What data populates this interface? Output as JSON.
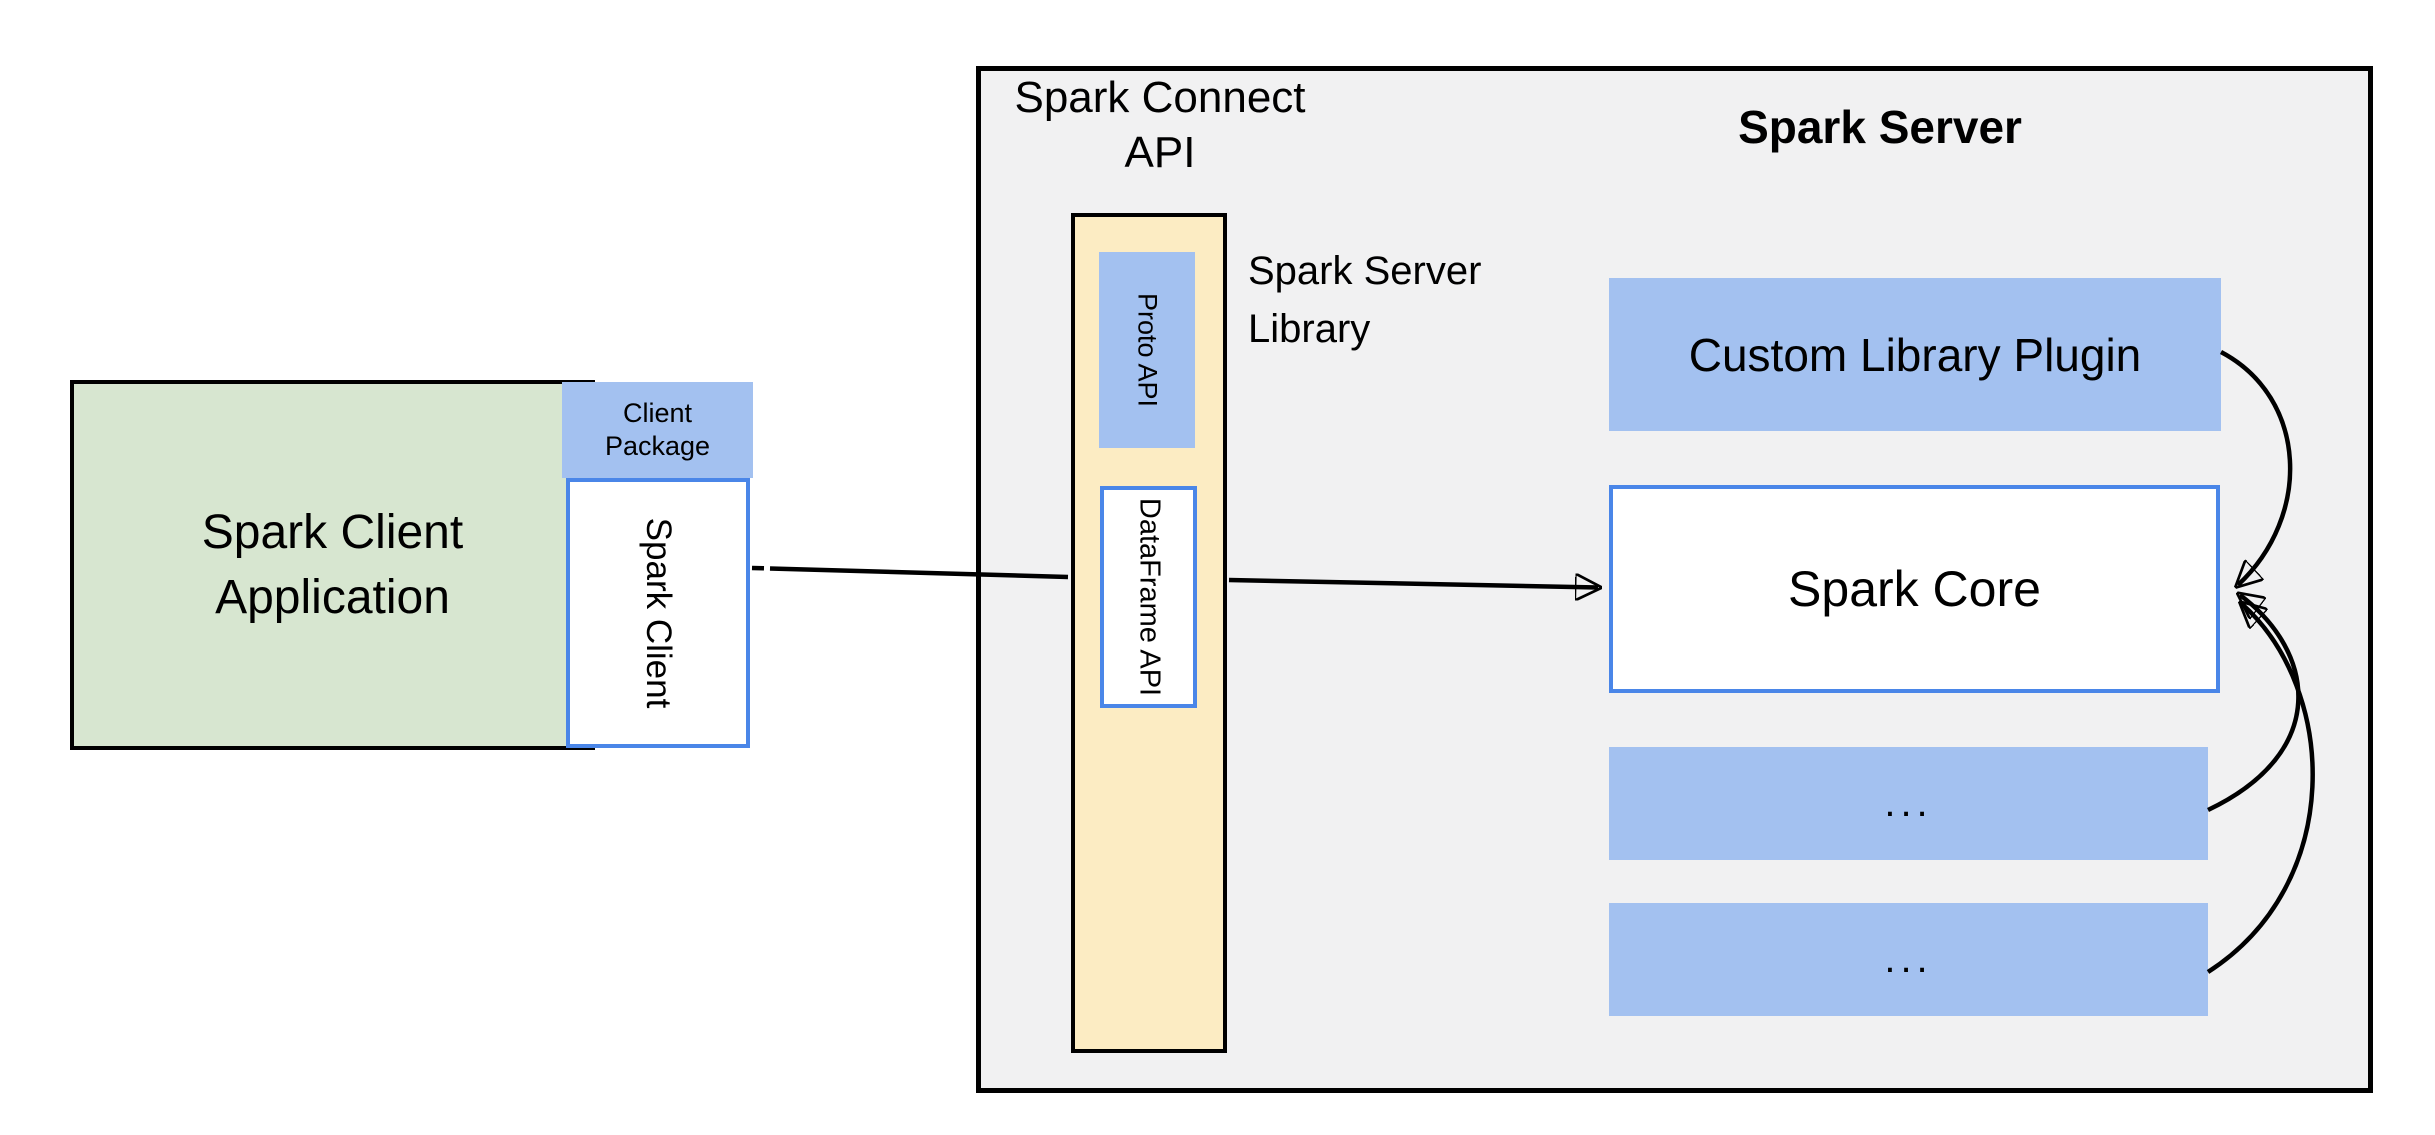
{
  "colors": {
    "green_fill": "#D7E6D0",
    "blue_fill": "#A3C1F0",
    "yellow_fill": "#FCECC3",
    "panel_fill": "#F1F1F2",
    "blue_border": "#4A86E8",
    "line_black": "#000000",
    "text": "#000000"
  },
  "client_app": {
    "line1": "Spark Client",
    "line2": "Application"
  },
  "client_package": {
    "line1": "Client",
    "line2": "Package"
  },
  "spark_client": {
    "label": "Spark Client"
  },
  "spark_connect_api": {
    "line1": "Spark Connect",
    "line2": "API"
  },
  "proto_api": {
    "label": "Proto API"
  },
  "dataframe_api": {
    "label": "DataFrame API"
  },
  "spark_server_library": {
    "line1": "Spark Server",
    "line2": "Library"
  },
  "spark_server": {
    "title": "Spark Server",
    "plugin": "Custom Library Plugin",
    "core": "Spark Core",
    "more1": "...",
    "more2": "..."
  }
}
